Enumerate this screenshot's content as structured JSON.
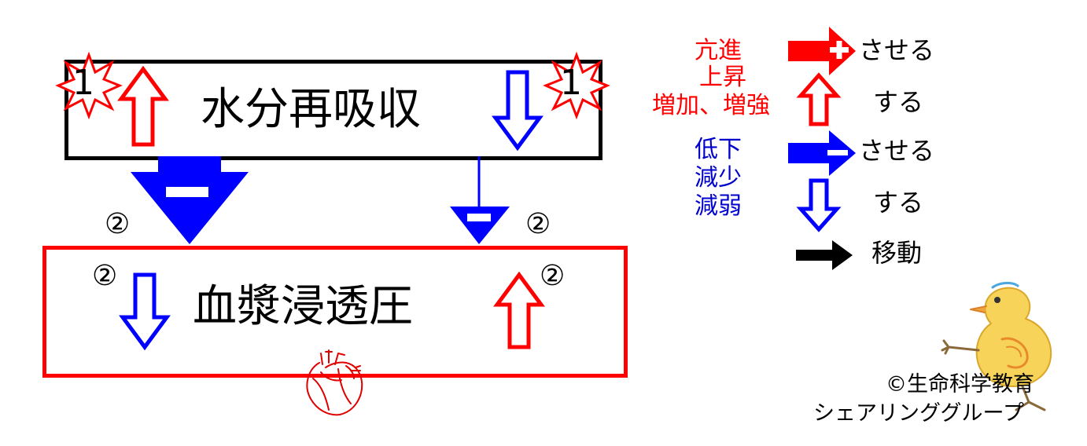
{
  "diagram": {
    "top_box": {
      "label": "水分再吸収",
      "border_color": "#000000"
    },
    "bottom_box": {
      "label": "血漿浸透圧",
      "border_color": "#ff0000"
    },
    "markers": {
      "step1": "1",
      "step2": "②"
    },
    "colors": {
      "red": "#ff0000",
      "blue": "#0000ff",
      "black": "#000000"
    }
  },
  "legend": {
    "increase_terms": [
      "亢進",
      "上昇",
      "増加、増強"
    ],
    "decrease_terms": [
      "低下",
      "減少",
      "減弱"
    ],
    "promote_label": "させる",
    "suppress_label": "させる",
    "increase_label": "する",
    "decrease_label": "する",
    "move_label": "移動"
  },
  "credit": {
    "line1": "©生命科学教育",
    "line2": "シェアリンググループ"
  }
}
